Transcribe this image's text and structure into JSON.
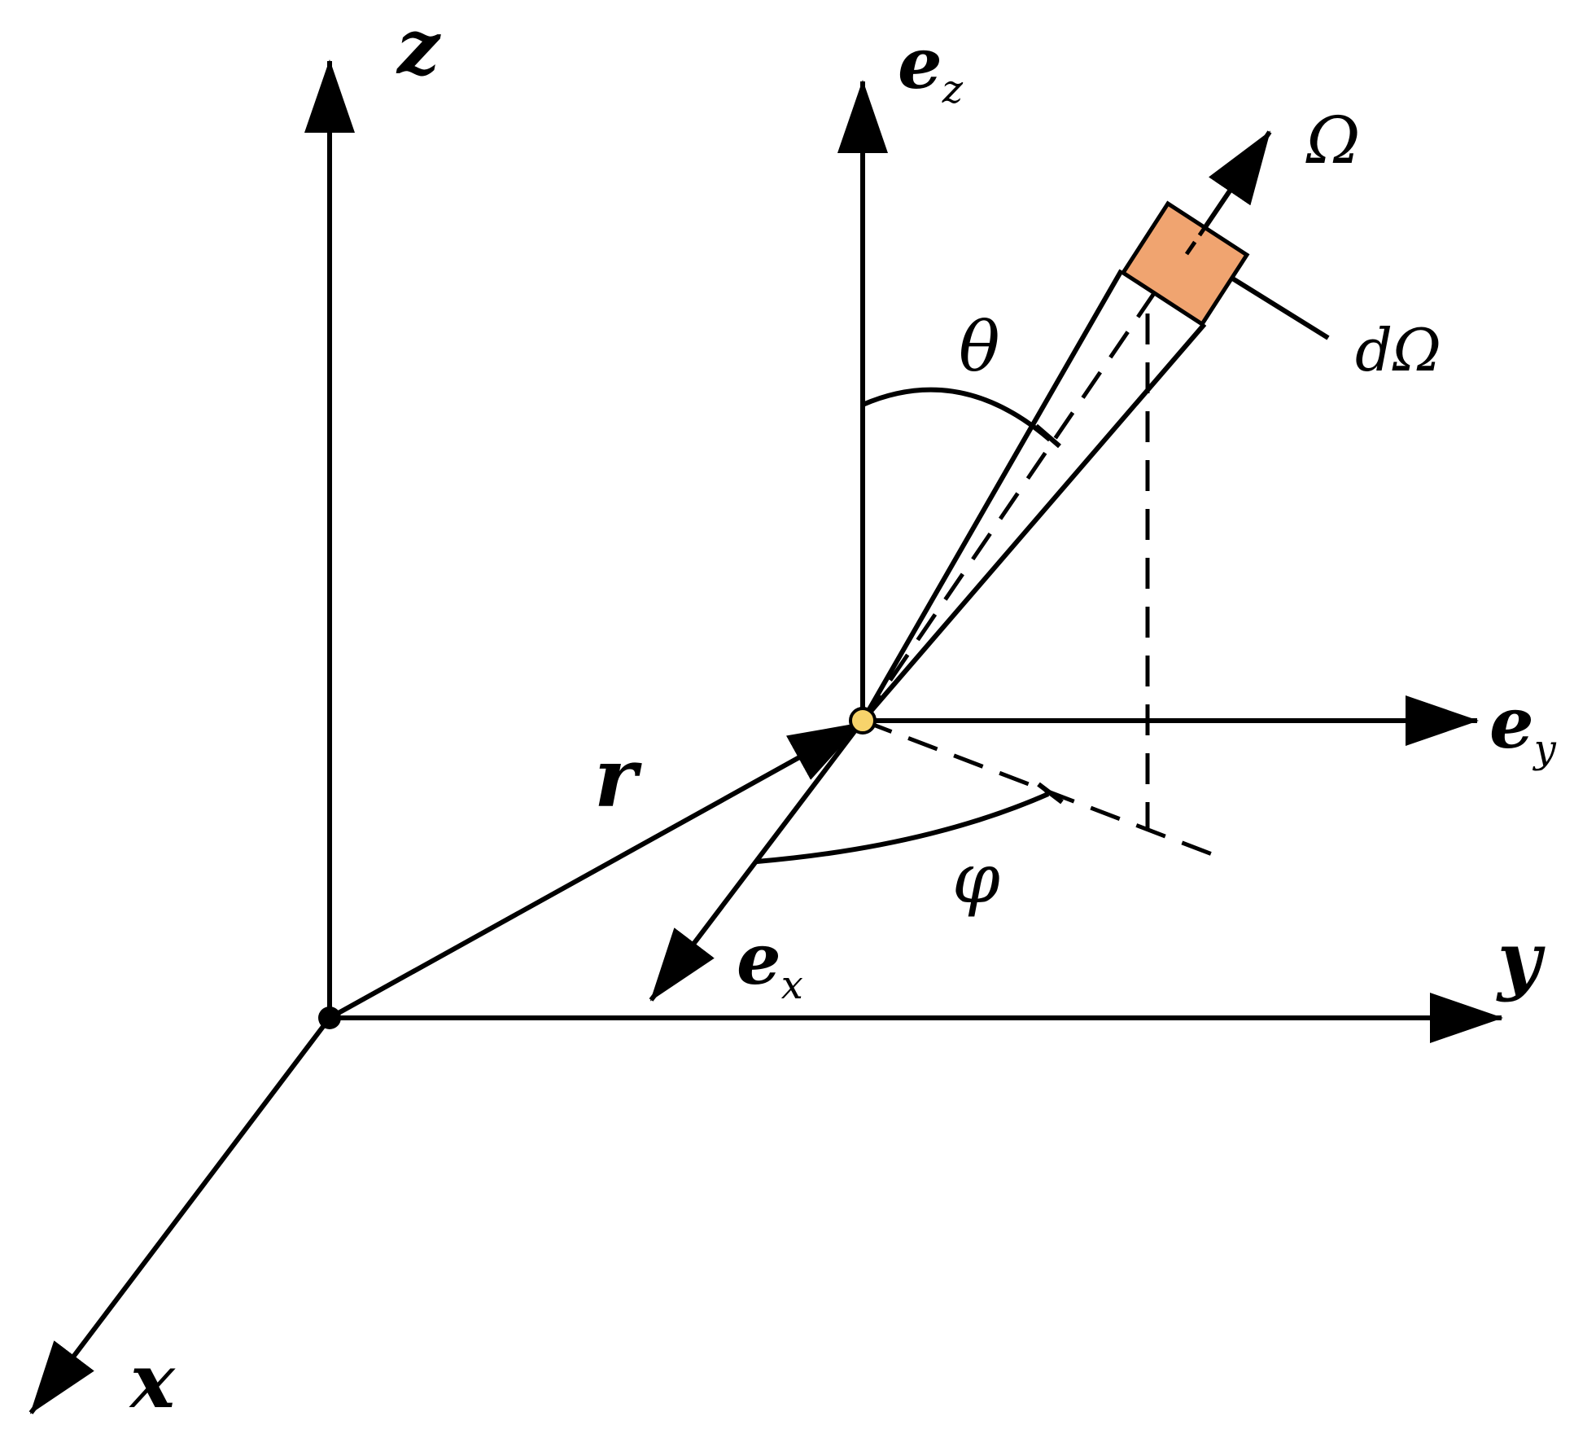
{
  "diagram": {
    "labels": {
      "z": "z",
      "x": "x",
      "y": "y",
      "r": "r",
      "e": "e",
      "ez_sub": "z",
      "ey_sub": "y",
      "ex_sub": "x",
      "theta": "θ",
      "phi": "φ",
      "omega": "Ω",
      "d_omega": "dΩ"
    },
    "colors": {
      "line": "#000000",
      "solid_angle_fill": "#f0a470",
      "local_origin_fill": "#f7d36b"
    }
  }
}
